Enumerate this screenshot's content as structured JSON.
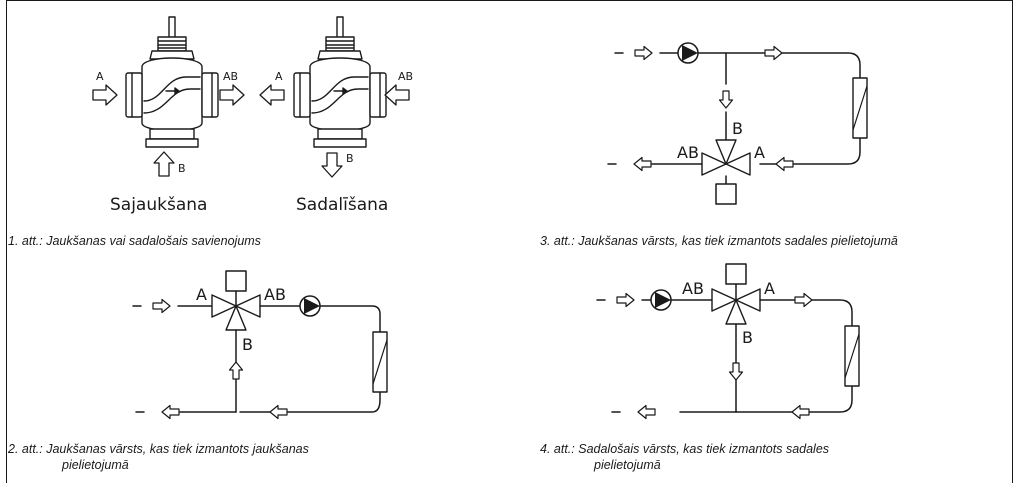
{
  "figure1": {
    "valve1": {
      "name": "Sajaukšana",
      "port_a": "A",
      "port_ab": "AB",
      "port_b": "B"
    },
    "valve2": {
      "name": "Sadalīšana",
      "port_a": "A",
      "port_ab": "AB",
      "port_b": "B"
    },
    "caption_num": "1. att.:",
    "caption_text": "Jaukšanas vai sadalošais savienojums"
  },
  "figure2": {
    "label_a": "A",
    "label_ab": "AB",
    "label_b": "B",
    "caption_num": "2. att.:",
    "caption_line1": "Jaukšanas vārsts, kas tiek izmantots jaukšanas",
    "caption_line2": "pielietojumā"
  },
  "figure3": {
    "label_a": "A",
    "label_ab": "AB",
    "label_b": "B",
    "caption_num": "3. att.:",
    "caption_text": "Jaukšanas vārsts, kas tiek izmantots sadales pielietojumā"
  },
  "figure4": {
    "label_a": "A",
    "label_ab": "AB",
    "label_b": "B",
    "caption_num": "4. att.:",
    "caption_line1": "Sadalošais vārsts, kas tiek izmantots sadales",
    "caption_line2": "pielietojumā"
  },
  "colors": {
    "line": "#1a1a1a",
    "background": "#ffffff"
  }
}
